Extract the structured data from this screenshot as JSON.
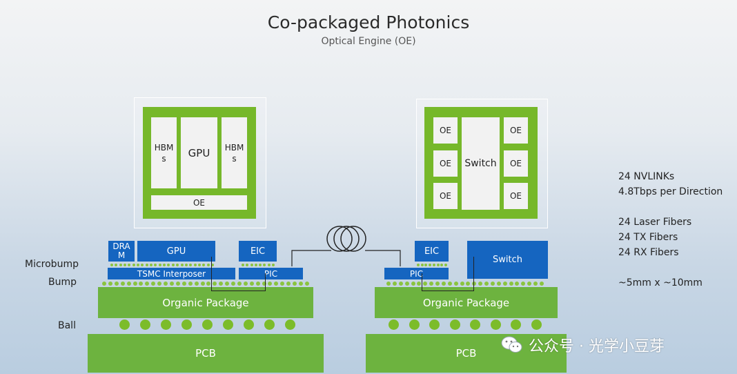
{
  "title": "Co-packaged Photonics",
  "subtitle": "Optical Engine (OE)",
  "top_left": {
    "hbm_left": "HBM\ns",
    "gpu": "GPU",
    "hbm_right": "HBM\ns",
    "oe": "OE"
  },
  "top_right": {
    "oe": "OE",
    "switch": "Switch"
  },
  "left_stack": {
    "dram": "DRA\nM",
    "gpu": "GPU",
    "eic": "EIC",
    "interposer": "TSMC Interposer",
    "pic": "PIC",
    "package": "Organic Package",
    "pcb": "PCB"
  },
  "right_stack": {
    "eic": "EIC",
    "switch": "Switch",
    "pic": "PIC",
    "package": "Organic Package",
    "pcb": "PCB"
  },
  "side_labels": {
    "microbump": "Microbump",
    "bump": "Bump",
    "ball": "Ball"
  },
  "info": {
    "nvlinks": "24 NVLINKs",
    "bandwidth": "4.8Tbps per Direction",
    "laser": "24 Laser Fibers",
    "tx": "24 TX Fibers",
    "rx": "24 RX Fibers",
    "size": "~5mm x ~10mm"
  },
  "watermark": "公众号 · 光学小豆芽",
  "colors": {
    "green": "#76b82a",
    "blue": "#1565c0",
    "light": "#f2f2f2"
  }
}
